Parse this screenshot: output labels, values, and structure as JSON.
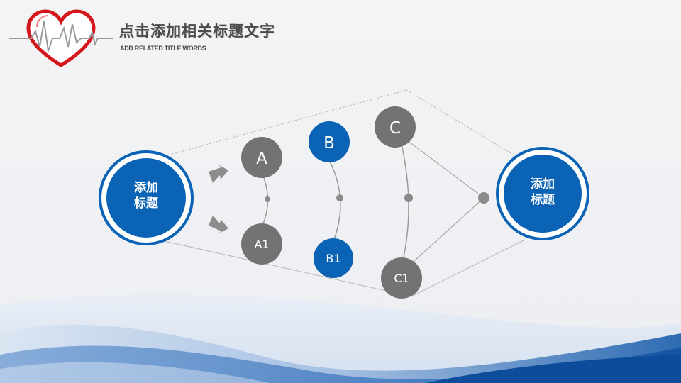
{
  "header": {
    "title": "点击添加相关标题文字",
    "subtitle": "ADD RELATED TITLE WORDS"
  },
  "colors": {
    "blue": "#0b63b5",
    "gray": "#737373",
    "line": "#b5b5b5",
    "wave": "#1a5ca8"
  },
  "diagram": {
    "left_hub": {
      "line1": "添加",
      "line2": "标题"
    },
    "right_hub": {
      "line1": "添加",
      "line2": "标题"
    },
    "nodes": {
      "a": "A",
      "a1": "A1",
      "b": "B",
      "b1": "B1",
      "c": "C",
      "c1": "C1"
    }
  }
}
